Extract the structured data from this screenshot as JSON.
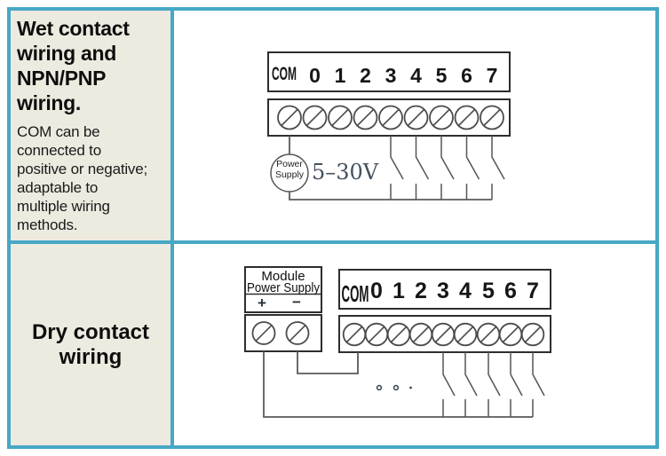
{
  "colors": {
    "accent": "#47A8C6",
    "left_cell_bg": "#EDEBE0"
  },
  "row1": {
    "title": "Wet contact wiring and NPN/PNP wiring.",
    "description_lines": [
      "COM can be",
      "connected to",
      "positive or negative;",
      "adaptable to",
      "multiple wiring",
      "methods."
    ]
  },
  "row2": {
    "title": "Dry contact wiring"
  },
  "wet_diagram": {
    "com": "COM",
    "channels": [
      "0",
      "1",
      "2",
      "3",
      "4",
      "5",
      "6",
      "7"
    ],
    "power_supply_line1": "Power",
    "power_supply_line2": "Supply",
    "voltage": "5–30V"
  },
  "dry_diagram": {
    "module_ps_line1": "Module",
    "module_ps_line2": "Power Supply",
    "plus": "+",
    "minus": "−",
    "com": "COM",
    "channels": [
      "0",
      "1",
      "2",
      "3",
      "4",
      "5",
      "6",
      "7"
    ]
  }
}
